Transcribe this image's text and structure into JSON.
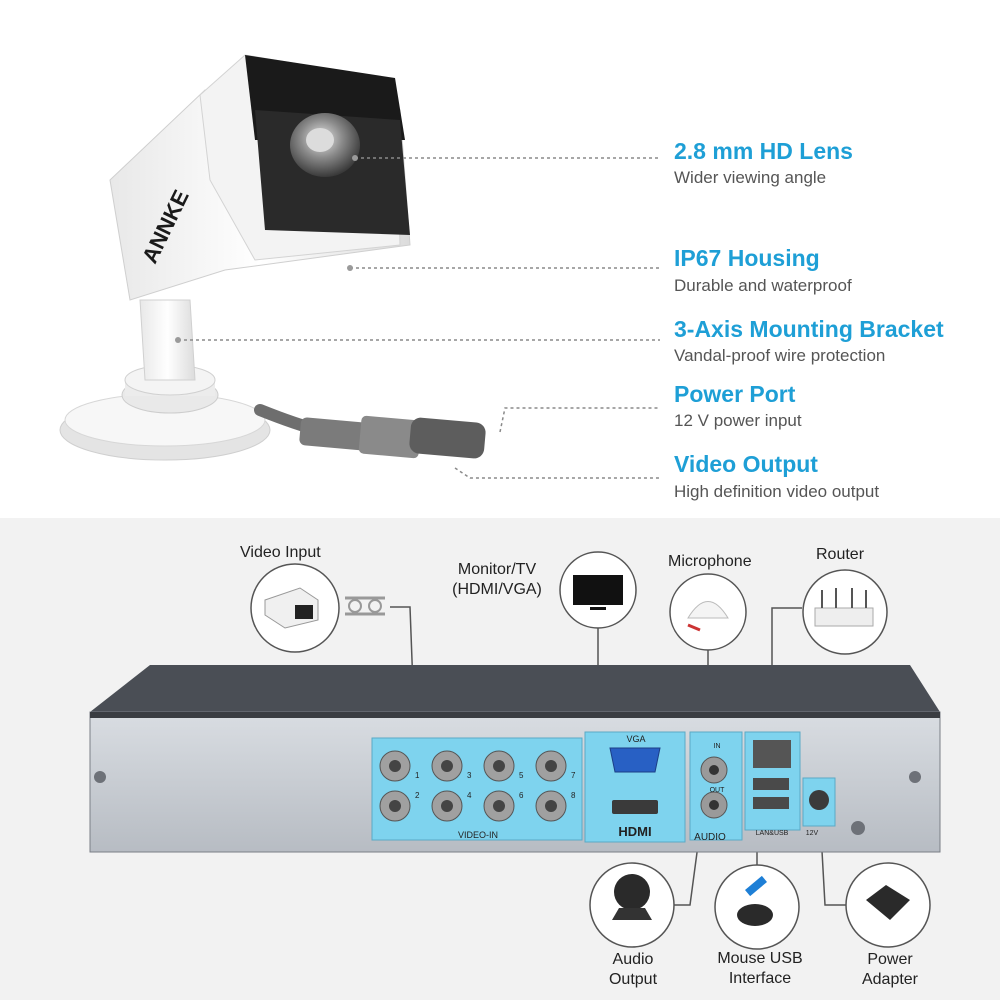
{
  "features": [
    {
      "title": "2.8 mm HD Lens",
      "subtitle": "Wider viewing angle"
    },
    {
      "title": "IP67 Housing",
      "subtitle": "Durable and waterproof"
    },
    {
      "title": "3-Axis Mounting Bracket",
      "subtitle": "Vandal-proof wire protection"
    },
    {
      "title": "Power Port",
      "subtitle": "12 V power input"
    },
    {
      "title": "Video Output",
      "subtitle": "High definition video output"
    }
  ],
  "camera": {
    "brand": "ANNKE"
  },
  "dvr_connections": {
    "video_input": "Video Input",
    "monitor_line1": "Monitor/TV",
    "monitor_line2": "(HDMI/VGA)",
    "microphone": "Microphone",
    "router": "Router",
    "audio_output_line1": "Audio",
    "audio_output_line2": "Output",
    "mouse_line1": "Mouse USB",
    "mouse_line2": "Interface",
    "power_line1": "Power",
    "power_line2": "Adapter"
  },
  "dvr_panel": {
    "video_in": "VIDEO-IN",
    "vga": "VGA",
    "hdmi": "HDMI",
    "audio": "AUDIO",
    "audio_in": "IN",
    "audio_out": "OUT",
    "lan_usb": "LAN&USB",
    "dc": "12V",
    "channel_numbers": [
      "1",
      "2",
      "3",
      "4",
      "5",
      "6",
      "7",
      "8"
    ]
  },
  "colors": {
    "accent": "#1e9fd6",
    "highlight": "#7ed3ee"
  }
}
